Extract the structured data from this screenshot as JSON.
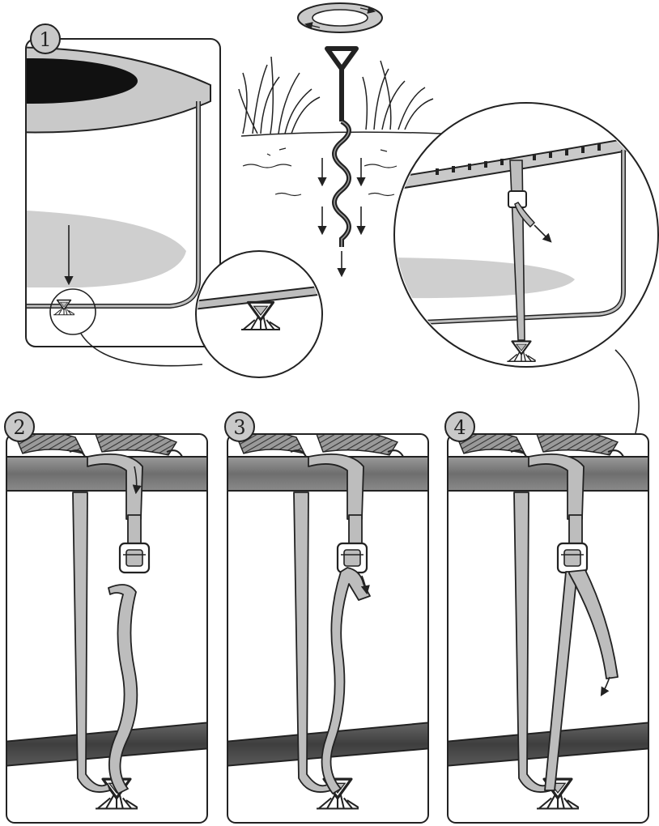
{
  "steps": [
    {
      "label": "1"
    },
    {
      "label": "2"
    },
    {
      "label": "3"
    },
    {
      "label": "4"
    }
  ],
  "colors": {
    "line": "#222222",
    "strap": "#bdbdbd",
    "rail": "#7a7a7a",
    "shadow": "#cfcfcf",
    "pad": "#c9c9c9",
    "mat": "#111111"
  },
  "icons": [
    "auger-anchor-icon",
    "rotation-ring-icon",
    "grass-icon",
    "buckle-icon",
    "arrow-icon",
    "magnifier-circle-icon"
  ]
}
